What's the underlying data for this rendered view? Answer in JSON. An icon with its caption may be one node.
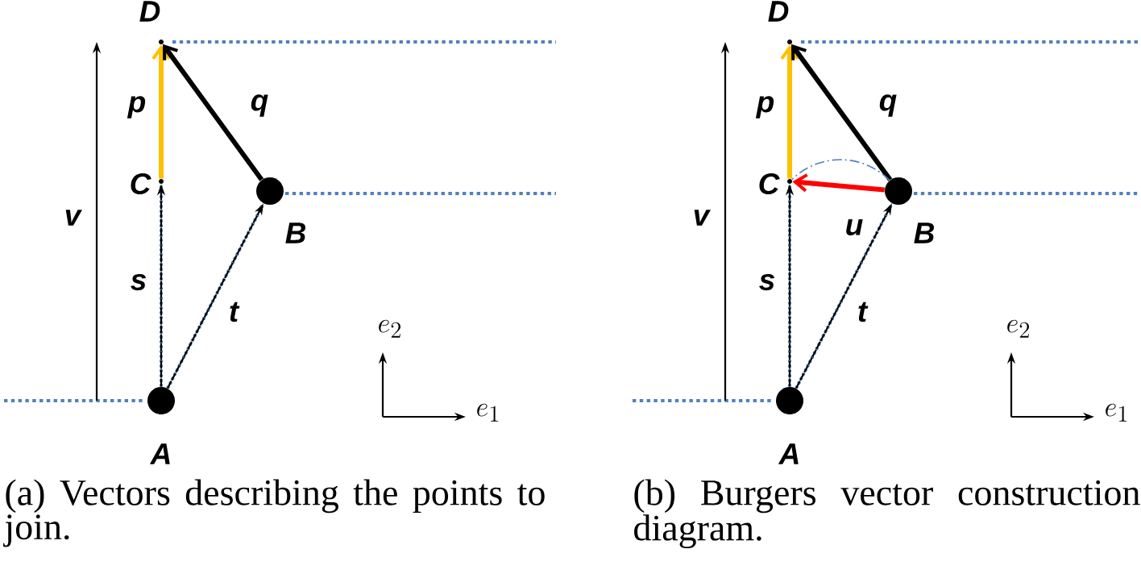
{
  "diagram": {
    "nodes": [
      {
        "text": [],
        "shape": "circle",
        "beside": [
          "A"
        ]
      },
      {
        "text": [],
        "shape": "circle",
        "beside": [
          "B"
        ]
      },
      {
        "text": [],
        "shape": "point",
        "beside": [
          "C"
        ]
      },
      {
        "text": [],
        "shape": "point",
        "beside": [
          "D"
        ]
      },
      {
        "text": [],
        "shape": "circle",
        "beside": [
          "A"
        ]
      },
      {
        "text": [],
        "shape": "circle",
        "beside": [
          "B"
        ]
      },
      {
        "text": [],
        "shape": "point",
        "beside": [
          "C"
        ]
      },
      {
        "text": [],
        "shape": "point",
        "beside": [
          "D"
        ]
      }
    ],
    "edges": [
      {
        "from": 0,
        "to": 2,
        "arrow": "to",
        "label": "s",
        "style": "dashed",
        "color": "#000000"
      },
      {
        "from": 0,
        "to": 1,
        "arrow": "to",
        "label": "t",
        "style": "dashed",
        "color": "#000000"
      },
      {
        "from": 2,
        "to": 3,
        "arrow": "to",
        "label": "p",
        "style": "thick",
        "color": "#ffc000"
      },
      {
        "from": 1,
        "to": 3,
        "arrow": "to",
        "label": "q",
        "style": "thick",
        "color": "#000000"
      },
      {
        "from": 4,
        "to": 6,
        "arrow": "to",
        "label": "s",
        "style": "dashed",
        "color": "#000000"
      },
      {
        "from": 4,
        "to": 5,
        "arrow": "to",
        "label": "t",
        "style": "dashed",
        "color": "#000000"
      },
      {
        "from": 6,
        "to": 7,
        "arrow": "to",
        "label": "p",
        "style": "thick",
        "color": "#ffc000"
      },
      {
        "from": 5,
        "to": 7,
        "arrow": "to",
        "label": "q",
        "style": "thick",
        "color": "#000000"
      },
      {
        "from": 5,
        "to": 6,
        "arrow": "to",
        "label": "u",
        "style": "thick",
        "color": "#ff0000"
      },
      {
        "from": 5,
        "to": 6,
        "arrow": "none",
        "style": "dashed",
        "color": "#4f81bd"
      }
    ],
    "labels": [
      "v",
      "e_2",
      "e_1",
      "v",
      "e_2",
      "e_1",
      "(a) Vectors describing the points to join.",
      "(b) Burgers vector construction diagram."
    ]
  }
}
